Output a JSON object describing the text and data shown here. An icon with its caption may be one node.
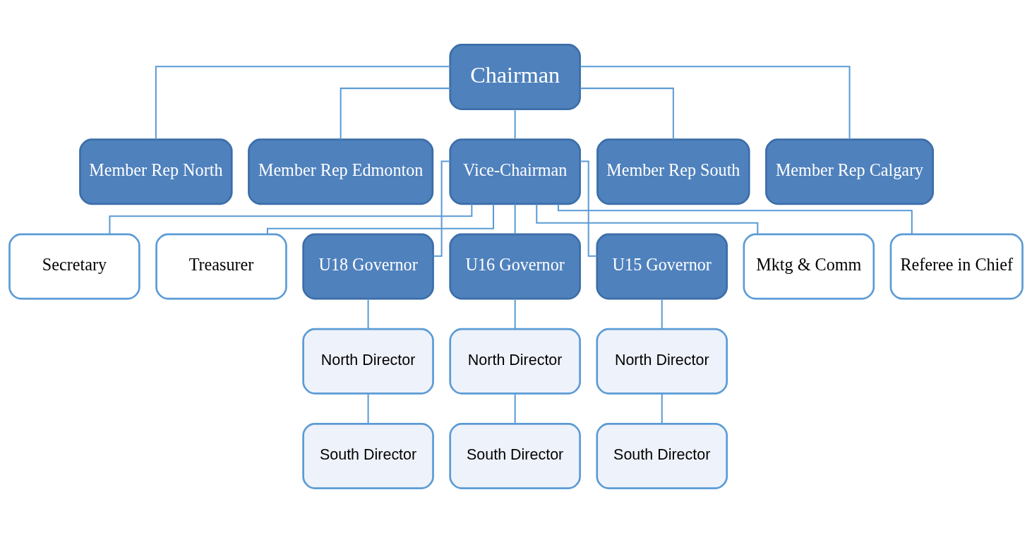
{
  "diagram": {
    "nodes": [
      {
        "text": [
          "Chairman"
        ]
      },
      {
        "text": [
          "Member Rep North"
        ]
      },
      {
        "text": [
          "Member Rep Edmonton"
        ]
      },
      {
        "text": [
          "Vice-Chairman"
        ]
      },
      {
        "text": [
          "Member Rep South"
        ]
      },
      {
        "text": [
          "Member Rep Calgary"
        ]
      },
      {
        "text": [
          "Secretary"
        ]
      },
      {
        "text": [
          "Treasurer"
        ]
      },
      {
        "text": [
          "U18 Governor"
        ]
      },
      {
        "text": [
          "U16 Governor"
        ]
      },
      {
        "text": [
          "U15 Governor"
        ]
      },
      {
        "text": [
          "Mktg & Comm"
        ]
      },
      {
        "text": [
          "Referee in Chief"
        ]
      },
      {
        "text": [
          "North Director"
        ]
      },
      {
        "text": [
          "South Director"
        ]
      },
      {
        "text": [
          "North Director"
        ]
      },
      {
        "text": [
          "South Director"
        ]
      },
      {
        "text": [
          "North Director"
        ]
      },
      {
        "text": [
          "South Director"
        ]
      }
    ],
    "edges": [
      {
        "from": 0,
        "to": 1,
        "arrow": "none"
      },
      {
        "from": 0,
        "to": 2,
        "arrow": "none"
      },
      {
        "from": 0,
        "to": 3,
        "arrow": "none"
      },
      {
        "from": 0,
        "to": 4,
        "arrow": "none"
      },
      {
        "from": 0,
        "to": 5,
        "arrow": "none"
      },
      {
        "from": 3,
        "to": 6,
        "arrow": "none"
      },
      {
        "from": 3,
        "to": 7,
        "arrow": "none"
      },
      {
        "from": 3,
        "to": 8,
        "arrow": "none"
      },
      {
        "from": 3,
        "to": 9,
        "arrow": "none"
      },
      {
        "from": 3,
        "to": 10,
        "arrow": "none"
      },
      {
        "from": 3,
        "to": 11,
        "arrow": "none"
      },
      {
        "from": 3,
        "to": 12,
        "arrow": "none"
      },
      {
        "from": 8,
        "to": 13,
        "arrow": "none"
      },
      {
        "from": 13,
        "to": 14,
        "arrow": "none"
      },
      {
        "from": 9,
        "to": 15,
        "arrow": "none"
      },
      {
        "from": 15,
        "to": 16,
        "arrow": "none"
      },
      {
        "from": 10,
        "to": 17,
        "arrow": "none"
      },
      {
        "from": 17,
        "to": 18,
        "arrow": "none"
      }
    ]
  }
}
